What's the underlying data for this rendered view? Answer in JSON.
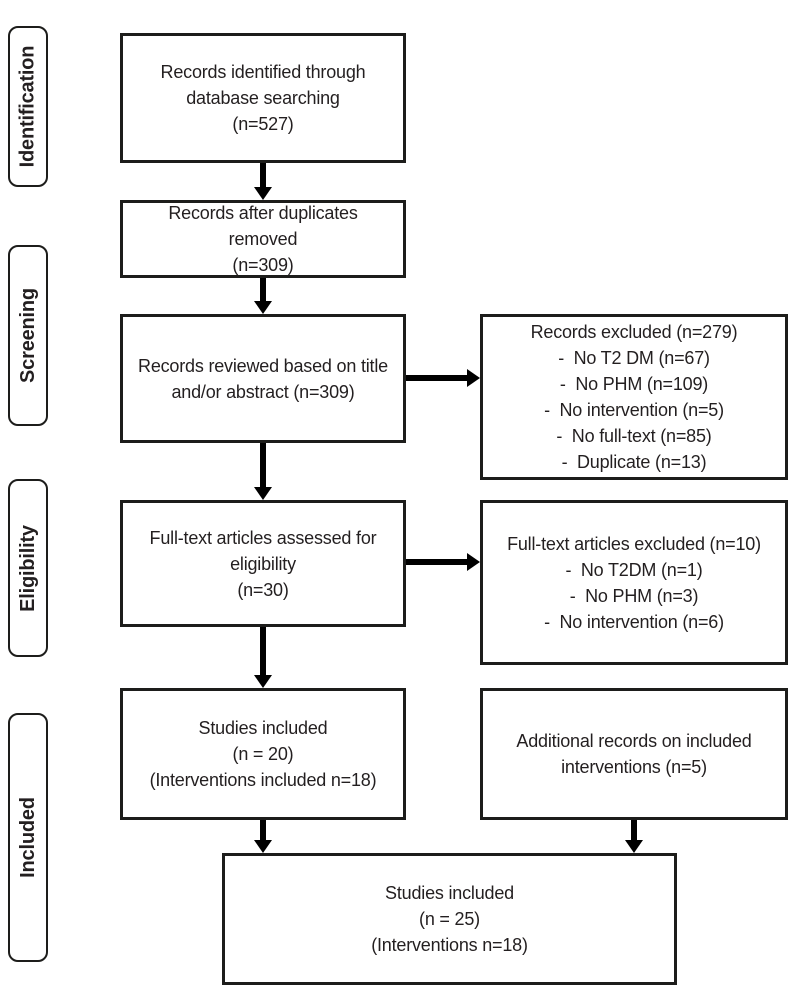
{
  "sidebar": {
    "stages": [
      {
        "label": "Identification"
      },
      {
        "label": "Screening"
      },
      {
        "label": "Eligibility"
      },
      {
        "label": "Included"
      }
    ]
  },
  "boxes": {
    "records_identified": {
      "lines": [
        "Records identified through",
        "database searching",
        "(n=527)"
      ]
    },
    "duplicates_removed": {
      "lines": [
        "Records after duplicates",
        "removed",
        "(n=309)"
      ]
    },
    "records_reviewed": {
      "lines": [
        "Records reviewed based on title",
        "and/or abstract (n=309)"
      ]
    },
    "records_excluded": {
      "lines": [
        "Records excluded (n=279)",
        "-  No T2 DM (n=67)",
        "-  No PHM (n=109)",
        "-  No intervention (n=5)",
        "-  No full-text (n=85)",
        "-  Duplicate (n=13)"
      ]
    },
    "fulltext_assessed": {
      "lines": [
        "Full-text articles assessed for",
        "eligibility",
        "(n=30)"
      ]
    },
    "fulltext_excluded": {
      "lines": [
        "Full-text articles excluded (n=10)",
        "-  No T2DM (n=1)",
        "-  No PHM (n=3)",
        "-  No intervention (n=6)"
      ]
    },
    "studies_included": {
      "lines": [
        "Studies included",
        "(n = 20)",
        "(Interventions included n=18)"
      ]
    },
    "additional_records": {
      "lines": [
        "Additional records on included",
        "interventions (n=5)"
      ]
    },
    "final_included": {
      "lines": [
        "Studies included",
        "(n = 25)",
        "(Interventions n=18)"
      ]
    }
  },
  "colors": {
    "box_border": "#1d1d1b",
    "text": "#231f20",
    "arrow": "#000000",
    "background": "#ffffff"
  }
}
